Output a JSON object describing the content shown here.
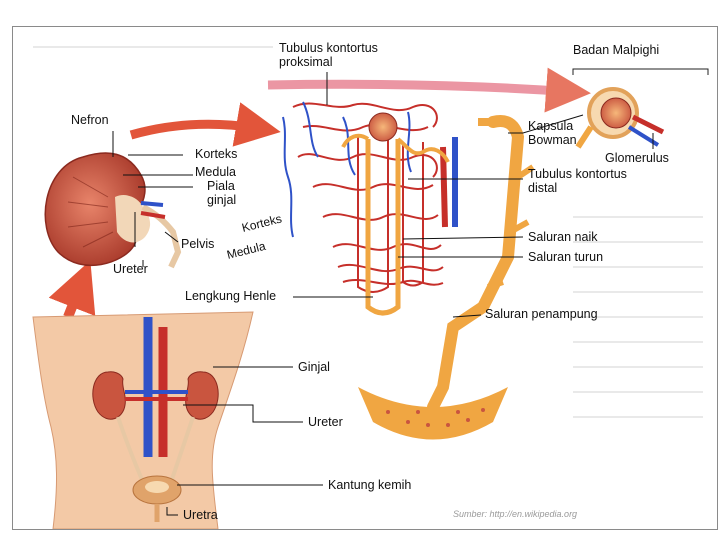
{
  "labels": {
    "nefron": "Nefron",
    "korteks": "Korteks",
    "medula": "Medula",
    "piala_ginjal": "Piala\nginjal",
    "pelvis": "Pelvis",
    "ureter_top": "Ureter",
    "tubulus_proksimal": "Tubulus kontortus\nproksimal",
    "badan_malpighi": "Badan Malpighi",
    "kapsula_bowman": "Kapsula\nBowman",
    "glomerulus": "Glomerulus",
    "tubulus_distal": "Tubulus kontortus\ndistal",
    "korteks_slanted": "Korteks",
    "medula_slanted": "Medula",
    "saluran_naik": "Saluran naik",
    "saluran_turun": "Saluran turun",
    "lengkung_henle": "Lengkung Henle",
    "saluran_penampung": "Saluran penampung",
    "ginjal": "Ginjal",
    "ureter_bottom": "Ureter",
    "kantung_kemih": "Kantung kemih",
    "uretra": "Uretra"
  },
  "source": "Sumber: http://en.wikipedia.org",
  "colors": {
    "arrow": "#e2553a",
    "kidney": "#c9553f",
    "artery": "#c62f2a",
    "vein": "#2f52c8",
    "tubule": "#f0a642",
    "skin": "#f3c9a6",
    "frame": "#8a8a8a"
  }
}
